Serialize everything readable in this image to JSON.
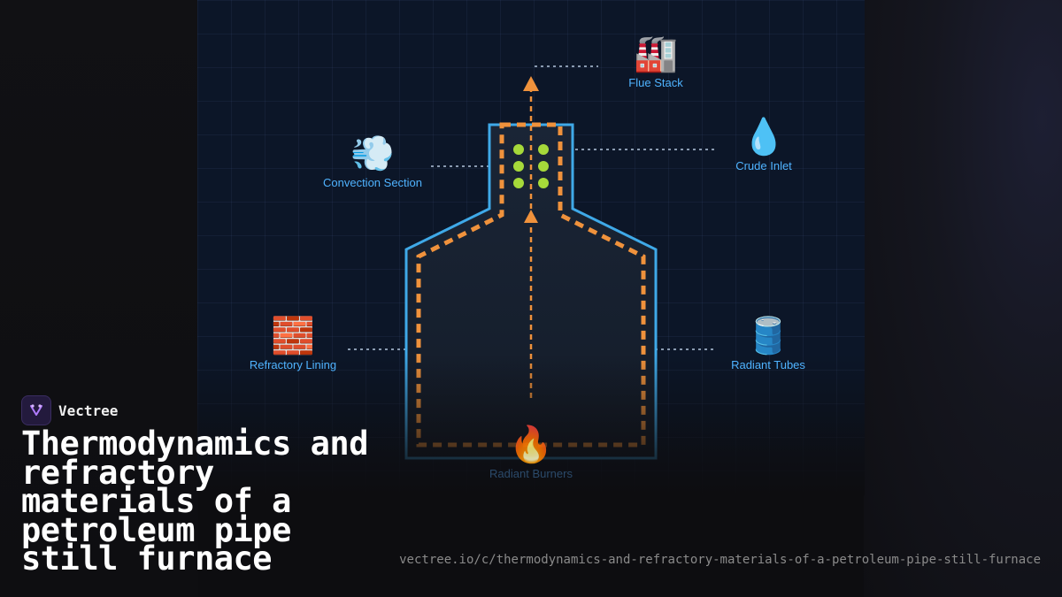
{
  "brand": {
    "name": "Vectree"
  },
  "title": "Thermodynamics and refractory materials of a petroleum pipe still furnace",
  "url": "vectree.io/c/thermodynamics-and-refractory-materials-of-a-petroleum-pipe-still-furnace",
  "colors": {
    "outline": "#3fa9e8",
    "lining": "#f0923c",
    "tubes": "#a6d93a",
    "label": "#4fb3ff",
    "connector": "#8a9ab0"
  },
  "nodes": {
    "flue_stack": {
      "icon": "factory-icon",
      "glyph": "🏭",
      "label": "Flue Stack"
    },
    "crude_inlet": {
      "icon": "droplet-icon",
      "glyph": "💧",
      "label": "Crude Inlet"
    },
    "convection": {
      "icon": "dash-wind-icon",
      "glyph": "💨",
      "label": "Convection Section"
    },
    "refractory": {
      "icon": "brick-icon",
      "glyph": "🧱",
      "label": "Refractory Lining"
    },
    "radiant_tubes": {
      "icon": "oil-drum-icon",
      "glyph": "🛢️",
      "label": "Radiant Tubes"
    },
    "burners": {
      "icon": "fire-icon",
      "glyph": "🔥",
      "label": "Radiant Burners"
    }
  }
}
